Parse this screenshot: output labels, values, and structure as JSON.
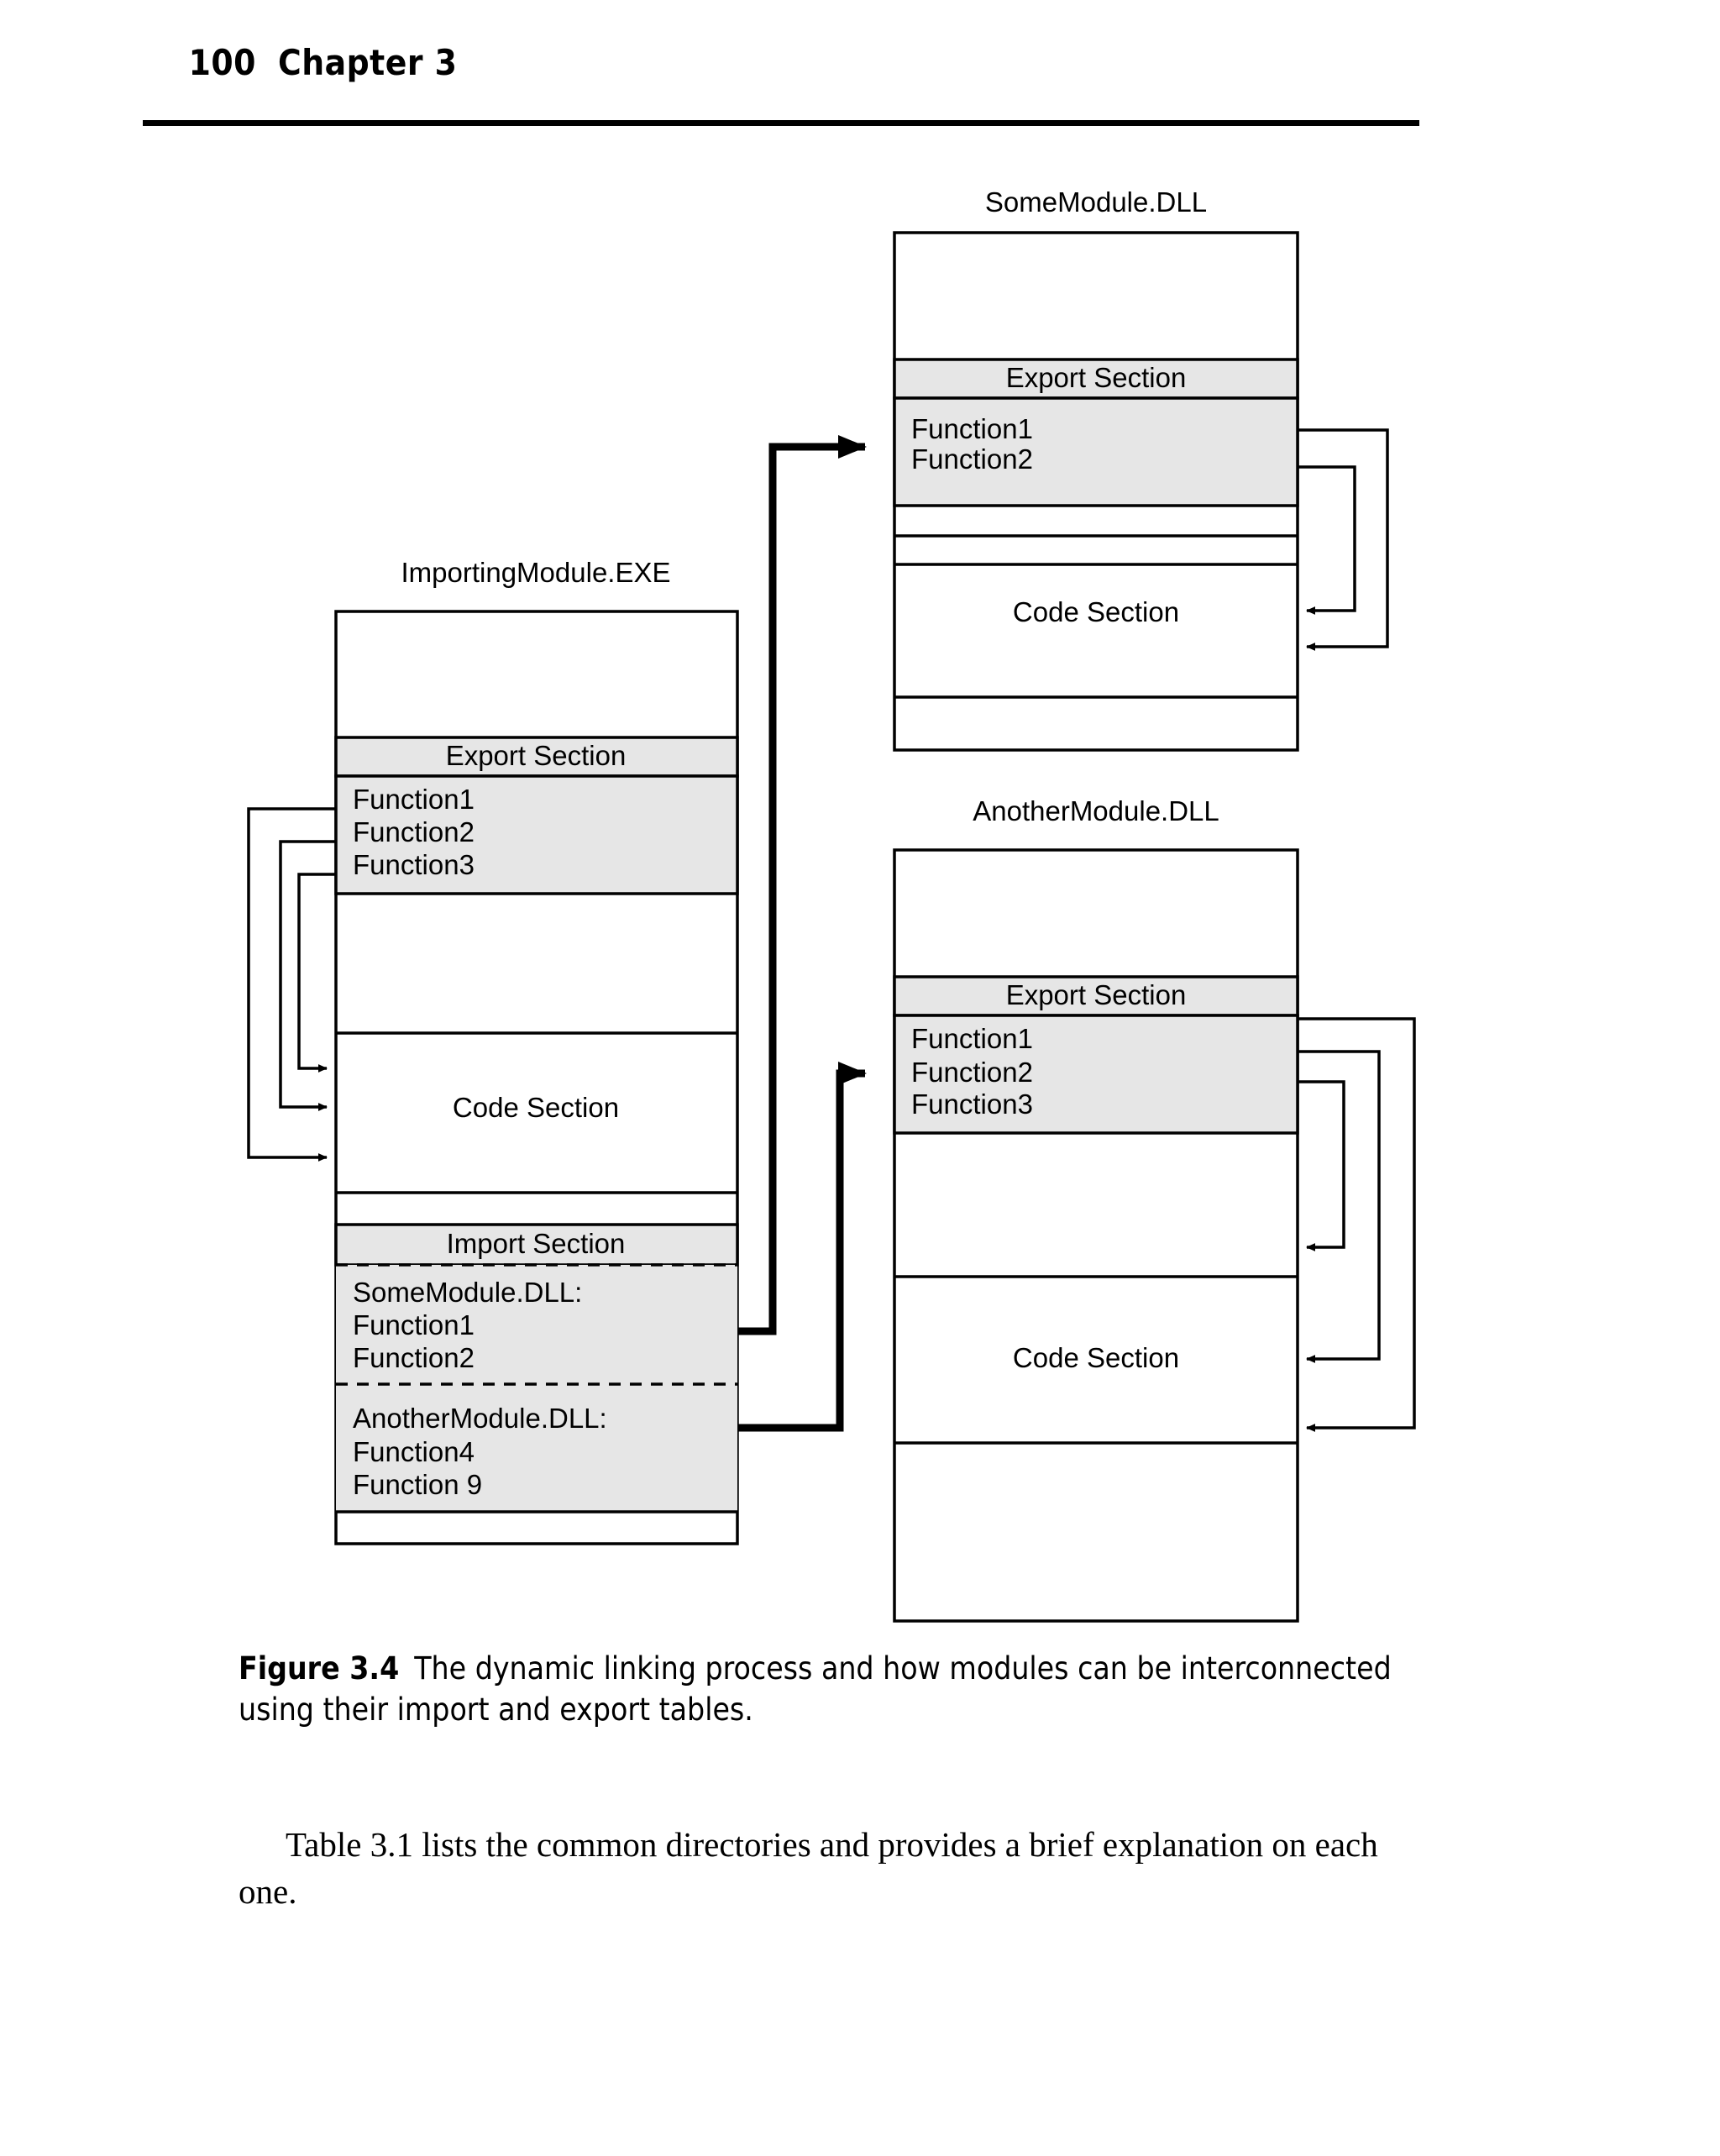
{
  "header": {
    "folio": "100",
    "chapter": "Chapter 3"
  },
  "figure": {
    "caption_number": "Figure 3.4",
    "caption_text": "The dynamic linking process and how modules can be interconnected using their import and export tables.",
    "shaded_fill": "#e6e6e6",
    "stroke": "#000000",
    "modules": [
      {
        "id": "importing-module",
        "title": "ImportingModule.EXE",
        "export_header": "Export Section",
        "export_functions": [
          "Function1",
          "Function2",
          "Function3"
        ],
        "code_label": "Code Section",
        "import_header": "Import Section",
        "import_groups": [
          {
            "module": "SomeModule.DLL:",
            "functions": [
              "Function1",
              "Function2"
            ]
          },
          {
            "module": "AnotherModule.DLL:",
            "functions": [
              "Function4",
              "Function 9"
            ]
          }
        ]
      },
      {
        "id": "some-module",
        "title": "SomeModule.DLL",
        "export_header": "Export Section",
        "export_functions": [
          "Function1",
          "Function2"
        ],
        "code_label": "Code Section"
      },
      {
        "id": "another-module",
        "title": "AnotherModule.DLL",
        "export_header": "Export Section",
        "export_functions": [
          "Function1",
          "Function2",
          "Function3"
        ],
        "code_label": "Code Section"
      }
    ]
  },
  "body": {
    "paragraph": "Table 3.1 lists the common directories and provides a brief explanation on each one."
  }
}
